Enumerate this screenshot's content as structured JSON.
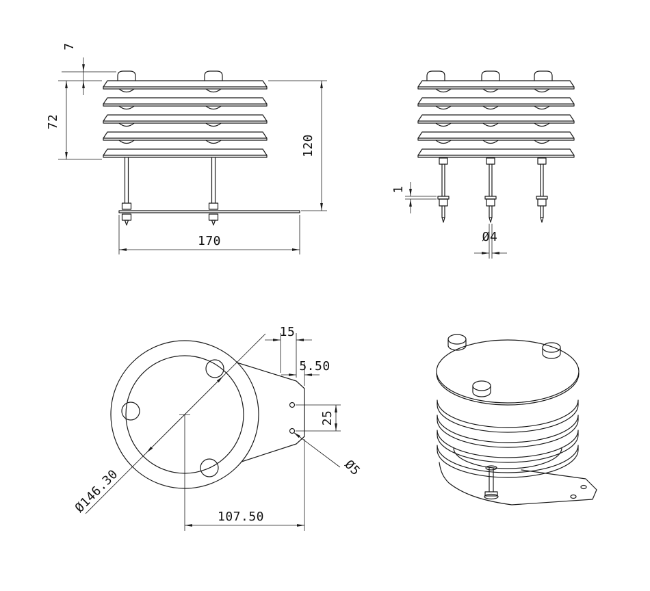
{
  "drawing": {
    "background": "#ffffff",
    "line_color": "#1a1a1a",
    "views": {
      "front_view": {
        "dim_cap_height": "7",
        "dim_stack_height": "72",
        "dim_overall_height": "120",
        "dim_base_width": "170"
      },
      "side_view": {
        "dim_washer_thickness": "1",
        "dim_rod_diameter": "Ø4"
      },
      "bottom_view": {
        "dim_tab_width": "15",
        "dim_hole_edge_offset": "5.50",
        "dim_hole_spacing": "25",
        "dim_mount_hole_diameter": "Ø5",
        "dim_bolt_circle_diameter": "Ø146.30",
        "dim_center_to_edge": "107.50"
      }
    }
  }
}
